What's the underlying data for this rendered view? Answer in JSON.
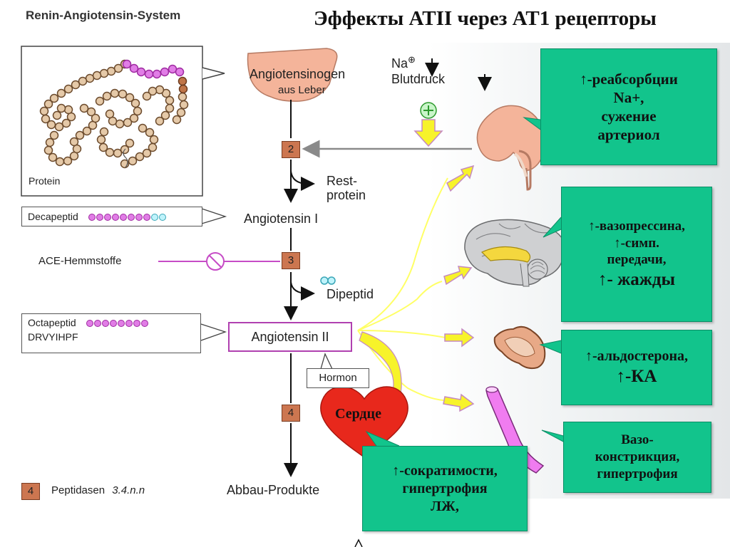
{
  "titles": {
    "system": "Renin-Angiotensin-System",
    "main": "Эффекты ATII через AT1 рецепторы"
  },
  "labels": {
    "protein": "Protein",
    "angiotensinogen": "Angiotensinogen",
    "aus_leber": "aus Leber",
    "na": "Na",
    "blutdruck": "Blutdruck",
    "rest": "Rest-",
    "protein2": "protein",
    "decapeptid": "Decapeptid",
    "angiotensin1": "Angiotensin I",
    "ace": "ACE-Hemmstoffe",
    "dipeptid": "Dipeptid",
    "octapeptid": "Octapeptid",
    "drvy": "DRVYIHPF",
    "angiotensin2": "Angiotensin II",
    "hormon": "Hormon",
    "abbau": "Abbau-Produkte",
    "peptidasen": "Peptidasen",
    "peptidasen_code": "3.4.n.n",
    "heart": "Сердце"
  },
  "steps": {
    "s2": "2",
    "s3": "3",
    "s4": "4",
    "legend": "4"
  },
  "callouts": {
    "kidney": [
      "↑-реабсорбции",
      "Na+,",
      "сужение",
      "артериол"
    ],
    "brain": [
      "↑-вазопрессина,",
      "↑-симп.",
      "передачи,",
      "↑- жажды"
    ],
    "adrenal": [
      "↑-альдостерона,",
      "↑-КА"
    ],
    "vessel": [
      "Вазо-",
      "констрикция,",
      "гипертрофия"
    ],
    "heart": [
      "↑-сократимости,",
      "гипертрофия",
      "ЛЖ,"
    ]
  },
  "colors": {
    "callout": "#12c48c",
    "peptide": "#e17de6",
    "enzyme_box": "#cc7650",
    "flow_arrow": "#ffff44"
  }
}
